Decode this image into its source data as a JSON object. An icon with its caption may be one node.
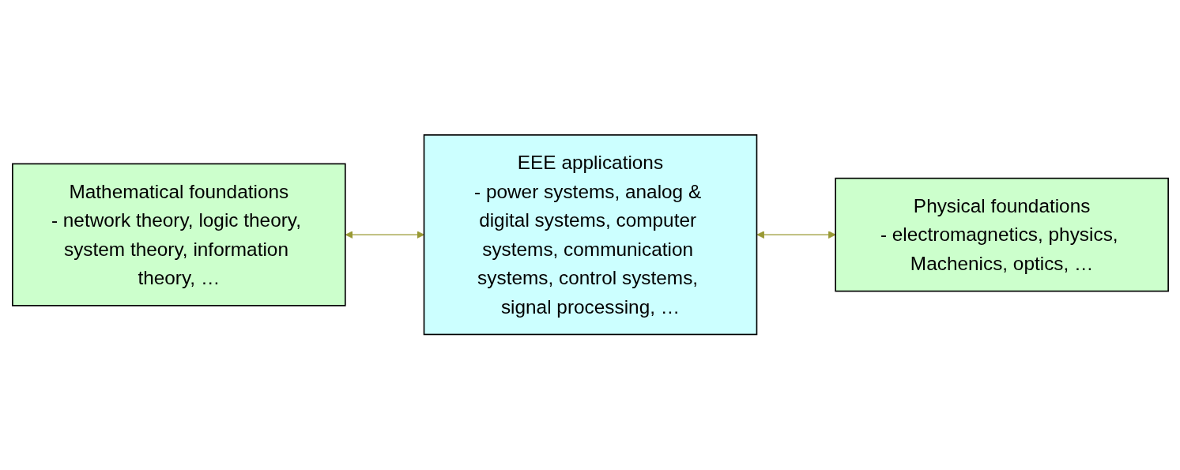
{
  "diagram": {
    "nodes": [
      {
        "text": [
          "Mathematical foundations",
          "- network theory, logic theory, system theory, information theory, …"
        ]
      },
      {
        "text": [
          "EEE applications",
          "- power systems, analog & digital systems, computer systems, communication systems, control systems, signal processing, …"
        ]
      },
      {
        "text": [
          "Physical foundations",
          "- electromagnetics, physics, Machenics, optics, …"
        ]
      }
    ],
    "edges": [
      {
        "from": 0,
        "to": 1,
        "arrow": "both"
      },
      {
        "from": 1,
        "to": 2,
        "arrow": "both"
      }
    ]
  }
}
